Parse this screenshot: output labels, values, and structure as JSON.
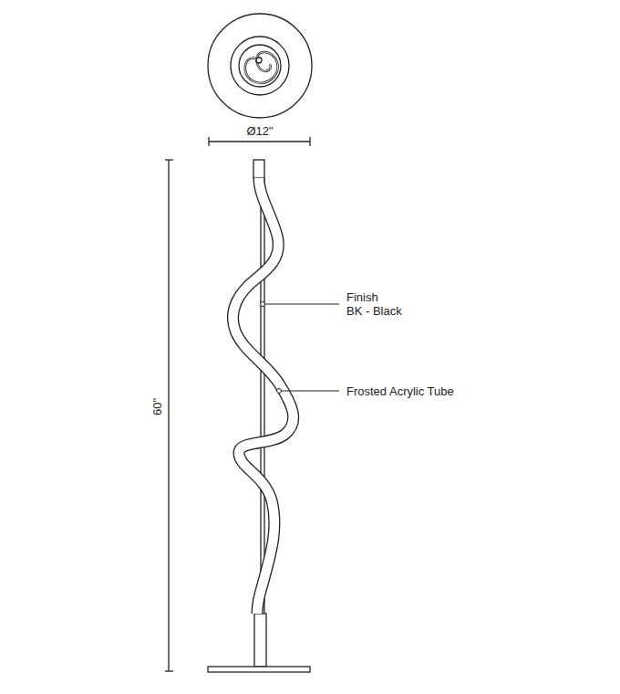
{
  "diagram": {
    "labels": [
      "Ø12\"",
      "60\"",
      "Finish",
      "BK - Black",
      "Frosted Acrylic Tube"
    ]
  }
}
